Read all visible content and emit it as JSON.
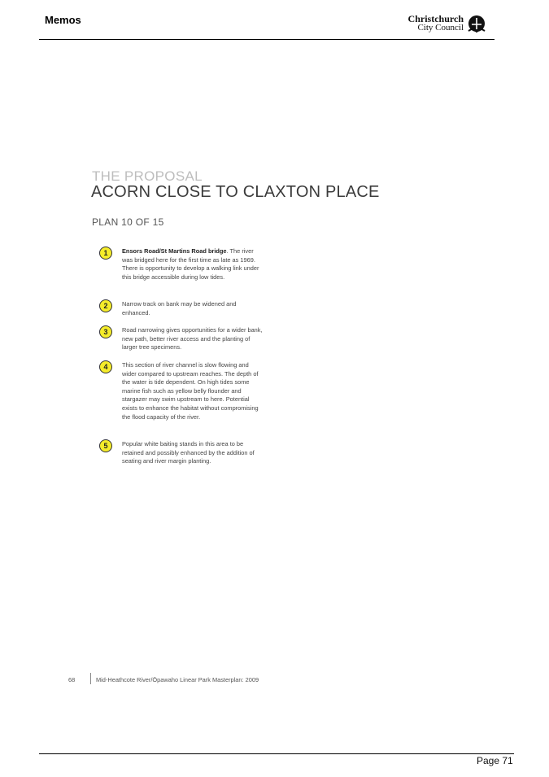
{
  "header": {
    "title": "Memos",
    "logo_line1": "Christchurch",
    "logo_line2": "City Council"
  },
  "document": {
    "kicker": "THE PROPOSAL",
    "title": "ACORN CLOSE TO CLAXTON PLACE",
    "plan": "PLAN 10 OF 15",
    "items": [
      {
        "number": "1",
        "bold": "Ensors Road/St Martins Road bridge",
        "text": "The river was bridged here for the first time as late as 1969. There is opportunity to develop a walking link under this bridge accessible during low tides."
      },
      {
        "number": "2",
        "bold": "",
        "text": "Narrow track on bank may be widened and enhanced."
      },
      {
        "number": "3",
        "bold": "",
        "text": "Road narrowing gives opportunities for a wider bank, new path, better river access and the planting of larger tree specimens."
      },
      {
        "number": "4",
        "bold": "",
        "text": "This section of river channel is slow flowing and wider compared to upstream reaches. The depth of the water is tide dependent. On high tides some marine fish such as yellow belly flounder and stargazer may swim upstream to here. Potential exists to enhance the habitat without compromising the flood capacity of the river."
      },
      {
        "number": "5",
        "bold": "",
        "text": "Popular white baiting stands in this area to be retained and possibly enhanced by the addition of seating and river margin planting."
      }
    ],
    "footer_page": "68",
    "footer_title": "Mid-Heathcote River/Ōpawaho Linear Park Masterplan: 2009"
  },
  "page_number": "Page 71",
  "colors": {
    "marker": "#f5ec2a",
    "kicker": "#bdbdbd",
    "title": "#3b3b3b"
  }
}
